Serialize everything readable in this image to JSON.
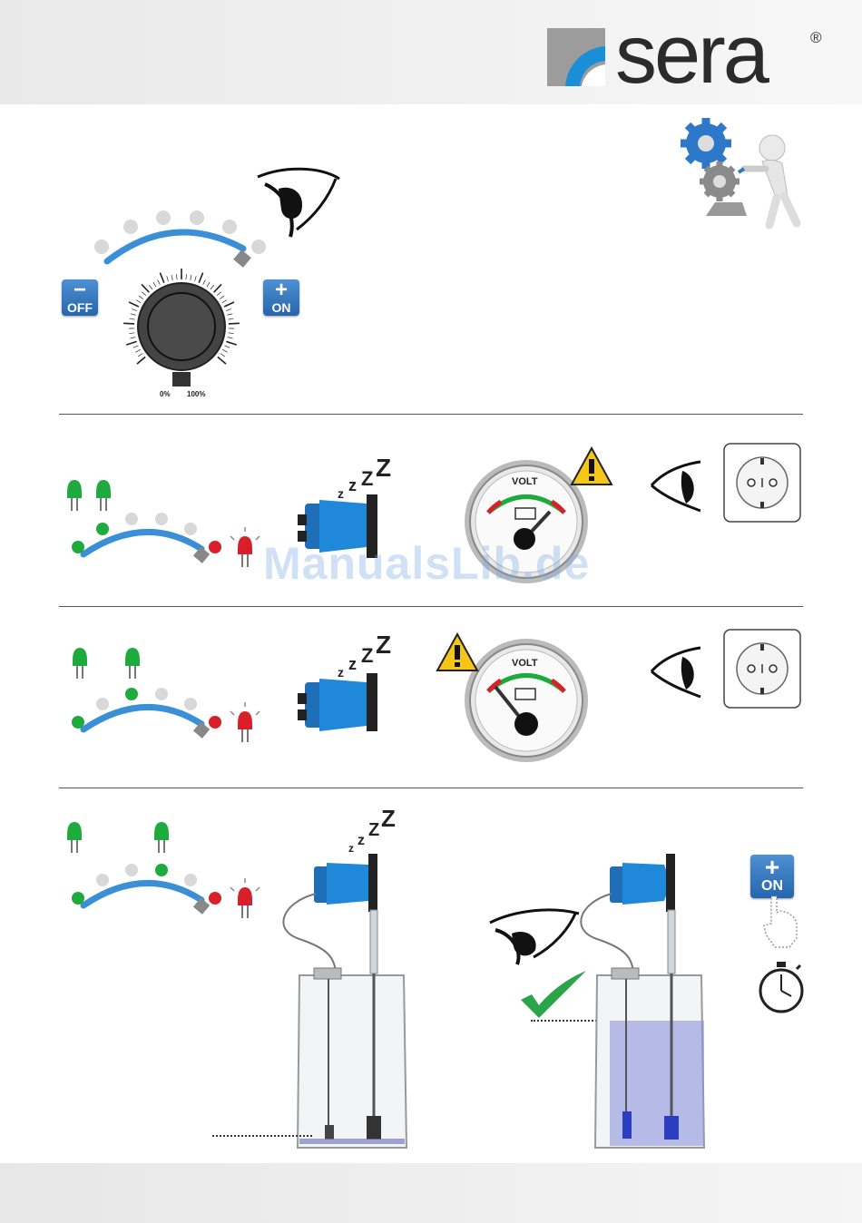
{
  "brand": {
    "name": "sera",
    "registered": "®"
  },
  "buttons": {
    "minus_symbol": "−",
    "plus_symbol": "+",
    "off_label": "OFF",
    "on_label": "ON"
  },
  "dial": {
    "min_label": "0%",
    "max_label": "100%"
  },
  "gauge": {
    "label": "VOLT"
  },
  "watermark": "ManualsLib.de",
  "sleep": {
    "z": "Z"
  },
  "colors": {
    "blue": "#2f7fc6",
    "green": "#1eaa3c",
    "red": "#d8202a",
    "led_off": "#d8d8d8",
    "pump": "#1f88d8"
  },
  "icons": [
    "eye-icon",
    "gears-figure-icon",
    "warning-icon",
    "socket-icon",
    "check-icon",
    "stopwatch-icon",
    "hand-pointer-icon",
    "pump-icon",
    "canister-icon"
  ]
}
